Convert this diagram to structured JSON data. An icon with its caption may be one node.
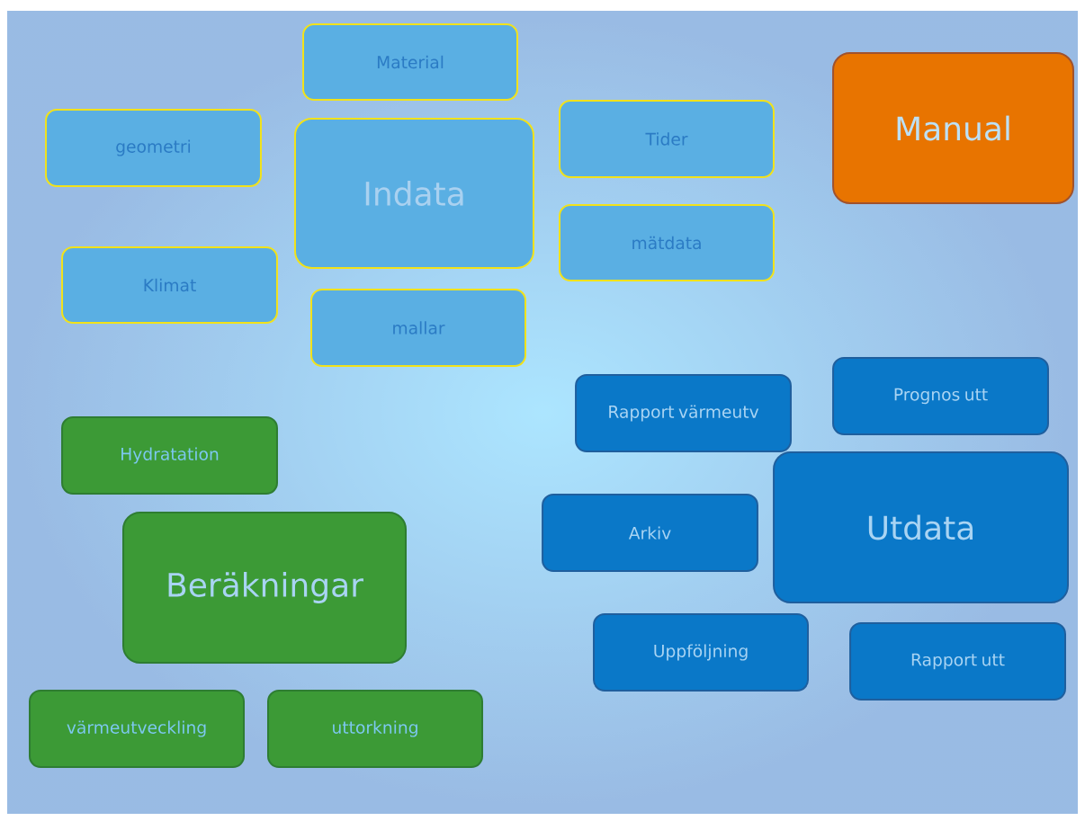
{
  "diagram": {
    "nodes": [
      {
        "text": [
          "Material"
        ]
      },
      {
        "text": [
          "geometri"
        ]
      },
      {
        "text": [
          "Indata"
        ]
      },
      {
        "text": [
          "Tider"
        ]
      },
      {
        "text": [
          "Manual"
        ]
      },
      {
        "text": [
          "mätdata"
        ]
      },
      {
        "text": [
          "Klimat"
        ]
      },
      {
        "text": [
          "mallar"
        ]
      },
      {
        "text": [
          "Rapport värmeutv"
        ]
      },
      {
        "text": [
          "Prognos utt"
        ]
      },
      {
        "text": [
          "Hydratation"
        ]
      },
      {
        "text": [
          "Arkiv"
        ]
      },
      {
        "text": [
          "Utdata"
        ]
      },
      {
        "text": [
          "Beräkningar"
        ]
      },
      {
        "text": [
          "Uppföljning"
        ]
      },
      {
        "text": [
          "Rapport utt"
        ]
      },
      {
        "text": [
          "värmeutveckling"
        ]
      },
      {
        "text": [
          "uttorkning"
        ]
      }
    ]
  }
}
